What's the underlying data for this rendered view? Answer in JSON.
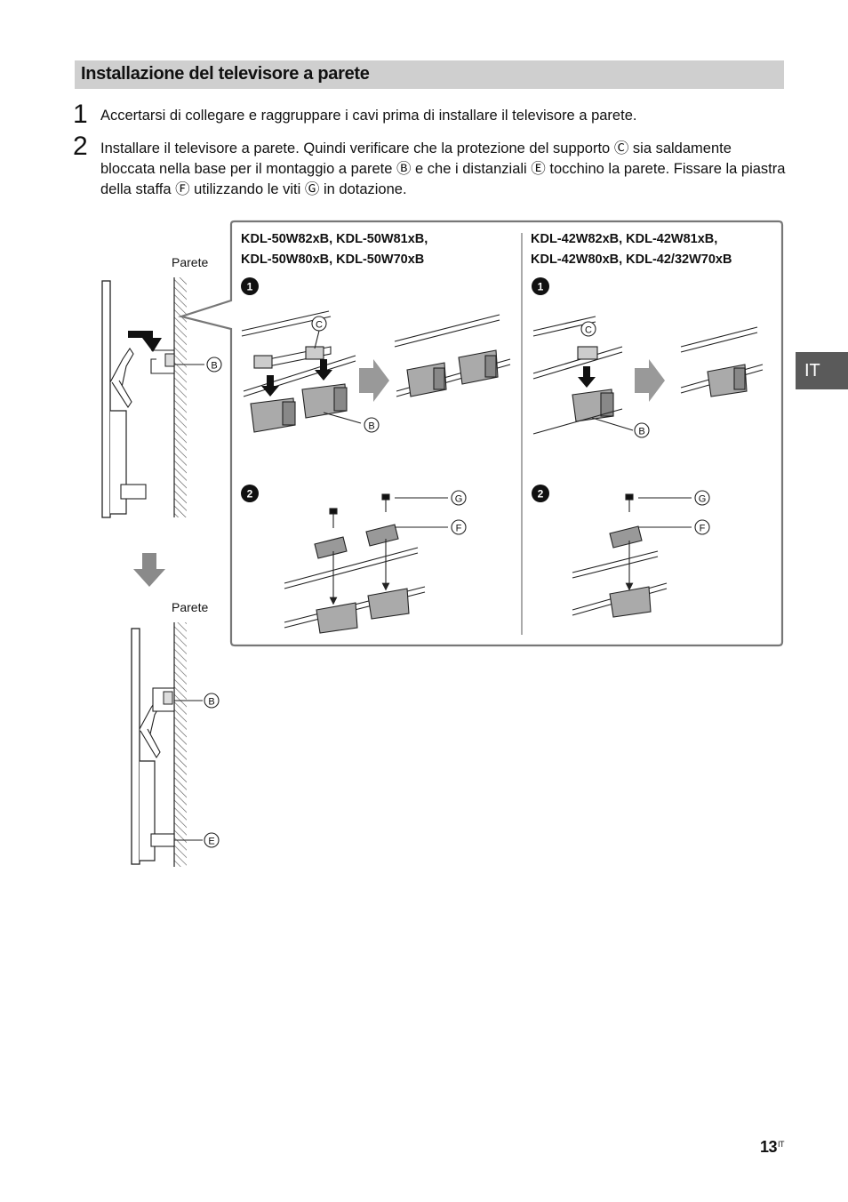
{
  "section_title": "Installazione del televisore a parete",
  "steps": [
    {
      "number": "1",
      "text": "Accertarsi di collegare e raggruppare i cavi prima di installare il televisore a parete."
    },
    {
      "number": "2",
      "text": "Installare il televisore a parete. Quindi verificare che la protezione del supporto Ⓒ sia saldamente bloccata nella base per il montaggio a parete Ⓑ e che i distanziali Ⓔ tocchino la parete. Fissare la piastra della staffa Ⓕ utilizzando le viti Ⓖ in dotazione."
    }
  ],
  "figure": {
    "wall_label_top": "Parete",
    "wall_label_bottom": "Parete",
    "left_models": [
      "KDL-50W82xB, KDL-50W81xB,",
      "KDL-50W80xB, KDL-50W70xB"
    ],
    "right_models": [
      "KDL-42W82xB, KDL-42W81xB,",
      "KDL-42W80xB, KDL-42/32W70xB"
    ],
    "sub_step_1": "1",
    "sub_step_2": "2",
    "letter_b": "B",
    "letter_c": "C",
    "letter_e": "E",
    "letter_f": "F",
    "letter_g": "G"
  },
  "side_tab": "IT",
  "page_number": "13",
  "page_suffix": "IT"
}
